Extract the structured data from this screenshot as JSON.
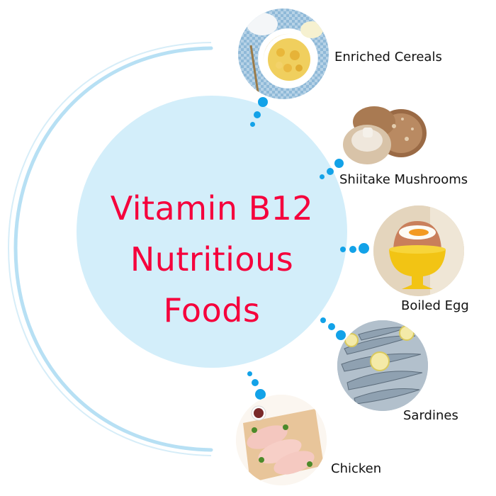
{
  "title": {
    "line1": "Vitamin B12",
    "line2": "Nutritious",
    "line3": "Foods",
    "color": "#f5003c"
  },
  "colors": {
    "center_circle": "#d3eefa",
    "arc": "#b7e0f4",
    "dot": "#12a2e8",
    "label": "#111111"
  },
  "foods": [
    {
      "name": "Enriched Cereals",
      "image": "cereal-bowl-image"
    },
    {
      "name": "Shiitake Mushrooms",
      "image": "mushrooms-image"
    },
    {
      "name": "Boiled Egg",
      "image": "boiled-egg-image"
    },
    {
      "name": "Sardines",
      "image": "sardines-image"
    },
    {
      "name": "Chicken",
      "image": "chicken-breast-image"
    }
  ]
}
